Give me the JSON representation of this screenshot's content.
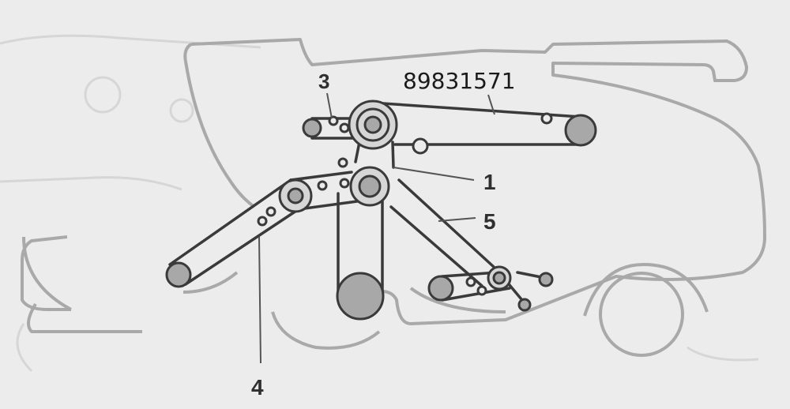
{
  "diagram": {
    "part_number": "89831571",
    "callouts": {
      "c1": "1",
      "c3": "3",
      "c4": "4",
      "c5": "5"
    }
  },
  "colors": {
    "background": "#ececec",
    "faint_outline": "#d6d6d6",
    "machine_outline": "#a9a9a9",
    "belt": "#3a3a3a",
    "pulley_fill": "#a8a8a8",
    "pulley_stroke": "#3a3a3a",
    "text": "#2f2f2f"
  }
}
